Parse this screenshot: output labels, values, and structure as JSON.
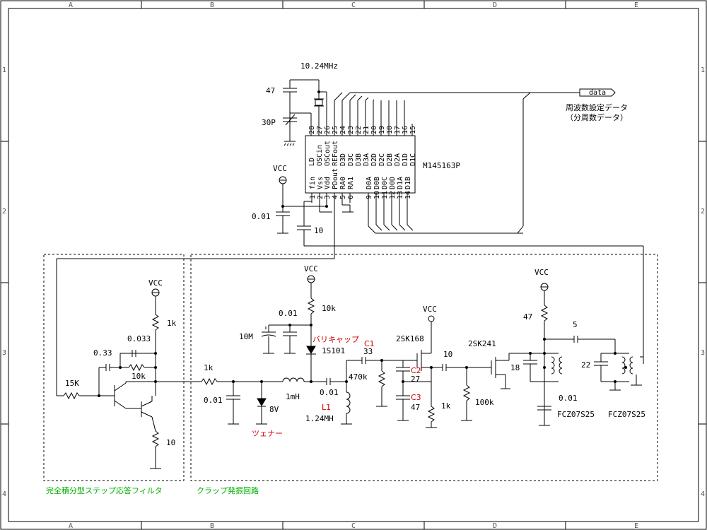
{
  "border": {
    "cols": [
      "A",
      "B",
      "C",
      "D",
      "E"
    ],
    "rows": [
      "1",
      "2",
      "3",
      "4"
    ]
  },
  "ic": {
    "part": "M145163P",
    "top_pins": [
      "28",
      "27",
      "26",
      "25",
      "24",
      "23",
      "22",
      "21",
      "20",
      "19",
      "18",
      "17",
      "16",
      "15"
    ],
    "top_names": [
      "LD",
      "OSCin",
      "OSCout",
      "REFout",
      "D3D",
      "D3C",
      "D3B",
      "D3A",
      "D2D",
      "D2C",
      "D2B",
      "D2A",
      "D1D",
      "D1C"
    ],
    "bottom_pins": [
      "1",
      "2",
      "3",
      "4",
      "5",
      "6",
      "9",
      "10",
      "11",
      "12",
      "13",
      "14"
    ],
    "bottom_names": [
      "fin",
      "Vss",
      "Vdd",
      "PDout",
      "RA0",
      "RA1",
      "D0A",
      "D0B",
      "D0C",
      "D0D",
      "D1A",
      "D1B"
    ]
  },
  "labels": {
    "crystal": "10.24MHz",
    "c47": "47",
    "c30p": "30P",
    "vcc": "VCC",
    "c001": "0.01",
    "c10": "10",
    "data_port": "data",
    "freq_data_1": "周波数設定データ",
    "freq_data_2": "（分周数データ）",
    "r1k_filter": "1k",
    "c0033": "0.033",
    "c033": "0.33",
    "r10k": "10k",
    "r15k": "15K",
    "r10": "10",
    "r1k": "1k",
    "c001_b": "0.01",
    "zener_v": "8V",
    "zener_jp": "ツェナー",
    "l1mh": "1mH",
    "c001_c": "0.01",
    "r10m": "10M",
    "c001_d": "0.01",
    "r10k_b": "10k",
    "varicap_jp": "バリキャップ",
    "varicap_part": "1S101",
    "c1_name": "C1",
    "c1_val": "33",
    "r470k": "470k",
    "l1_name": "L1",
    "l1_val": "1.24MH",
    "q1": "2SK168",
    "c2_name": "C2",
    "c2_val": "27",
    "c3_name": "C3",
    "c3_val": "47",
    "r1k_src": "1k",
    "c10_b": "10",
    "r100k": "100k",
    "q2": "2SK241",
    "r47": "47",
    "c5": "5",
    "c18": "18",
    "c22": "22",
    "c001_e": "0.01",
    "coil1": "FCZ07S25",
    "coil2": "FCZ07S25",
    "block_filter": "完全積分型ステップ応答フィルタ",
    "block_osc": "クラップ発振回路"
  }
}
